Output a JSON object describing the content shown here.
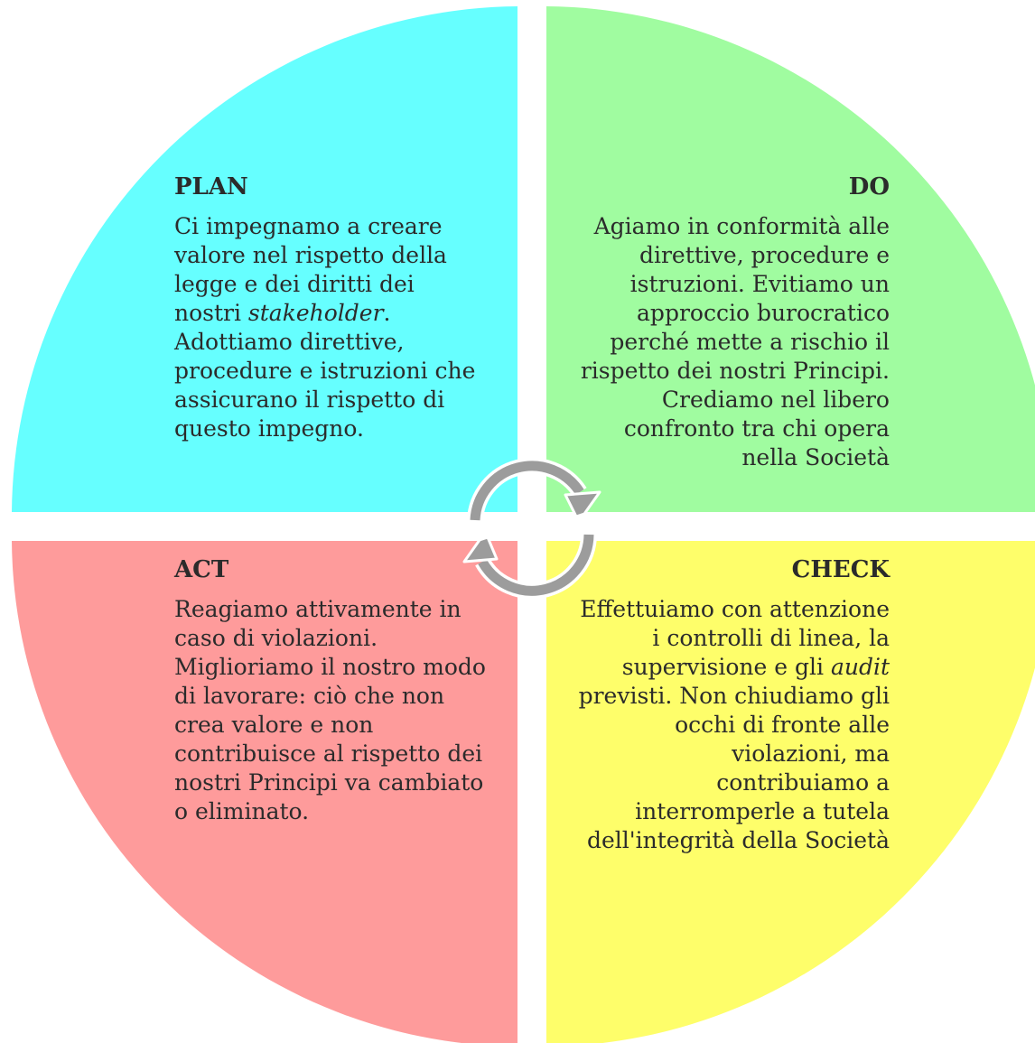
{
  "colors": {
    "plan": "#66ffff",
    "do": "#a0fca0",
    "act": "#fe9b9b",
    "check": "#fefe6a",
    "arrow": "#9c9c9c",
    "text": "#2b2b2b"
  },
  "quadrants": {
    "plan": {
      "title": "PLAN",
      "body_parts": [
        {
          "text": "Ci impegnamo a creare valore nel rispetto della legge e dei diritti dei nostri ",
          "italic": false
        },
        {
          "text": "stakeholder",
          "italic": true
        },
        {
          "text": ". Adottiamo direttive, procedure e istruzioni che assicurano il rispetto di questo impegno.",
          "italic": false
        }
      ]
    },
    "do": {
      "title": "DO",
      "body_parts": [
        {
          "text": "Agiamo in conformità alle direttive, procedure e istruzioni. Evitiamo un approccio burocratico perché mette a rischio il rispetto dei nostri Principi. Crediamo nel libero confronto tra chi opera nella Società",
          "italic": false
        }
      ]
    },
    "act": {
      "title": "ACT",
      "body_parts": [
        {
          "text": "Reagiamo attivamente in caso di violazioni. Miglioriamo il nostro modo di lavorare: ciò che non crea valore e non contribuisce al rispetto dei nostri Principi va cambiato o eliminato.",
          "italic": false
        }
      ]
    },
    "check": {
      "title": "CHECK",
      "body_parts": [
        {
          "text": "Effettuiamo con attenzione i controlli di linea, la supervisione e gli ",
          "italic": false
        },
        {
          "text": "audit",
          "italic": true
        },
        {
          "text": " previsti. Non chiudiamo gli occhi di fronte alle violazioni, ma contribuiamo a interromperle a tutela dell'integrità della Società",
          "italic": false
        }
      ]
    }
  },
  "icons": {
    "cycle": "cycle-arrows-icon"
  }
}
